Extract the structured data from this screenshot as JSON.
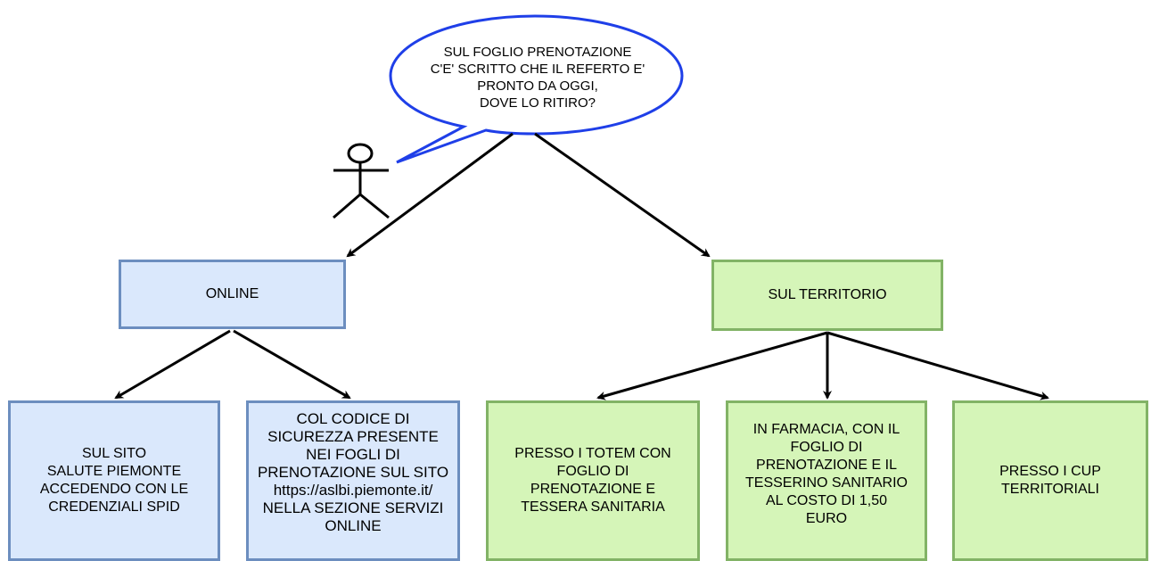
{
  "colors": {
    "blue_border": "#6c8ebf",
    "blue_fill": "#dae8fc",
    "green_border": "#82b366",
    "green_fill": "#d5f5b8",
    "bubble_border": "#1f3fe8",
    "arrow": "#000000"
  },
  "question": {
    "text": "SUL FOGLIO PRENOTAZIONE\nC'E' SCRITTO CHE IL REFERTO E'\nPRONTO DA OGGI,\nDOVE LO RITIRO?"
  },
  "actor": {
    "icon": "stick-figure-icon"
  },
  "online": {
    "label": "ONLINE",
    "options": [
      {
        "text": "SUL SITO\nSALUTE PIEMONTE\nACCEDENDO CON LE\nCREDENZIALI SPID"
      },
      {
        "text": "COL CODICE DI\nSICUREZZA PRESENTE\nNEI FOGLI DI\nPRENOTAZIONE SUL SITO\nhttps://aslbi.piemonte.it/\nNELLA SEZIONE SERVIZI\nONLINE"
      }
    ]
  },
  "territorio": {
    "label": "SUL TERRITORIO",
    "options": [
      {
        "text": "PRESSO I TOTEM CON\nFOGLIO DI\nPRENOTAZIONE E\nTESSERA SANITARIA"
      },
      {
        "text": "IN FARMACIA, CON IL\nFOGLIO DI\nPRENOTAZIONE E IL\nTESSERINO SANITARIO\nAL COSTO DI 1,50\nEURO"
      },
      {
        "text": "PRESSO I CUP\nTERRITORIALI"
      }
    ]
  }
}
